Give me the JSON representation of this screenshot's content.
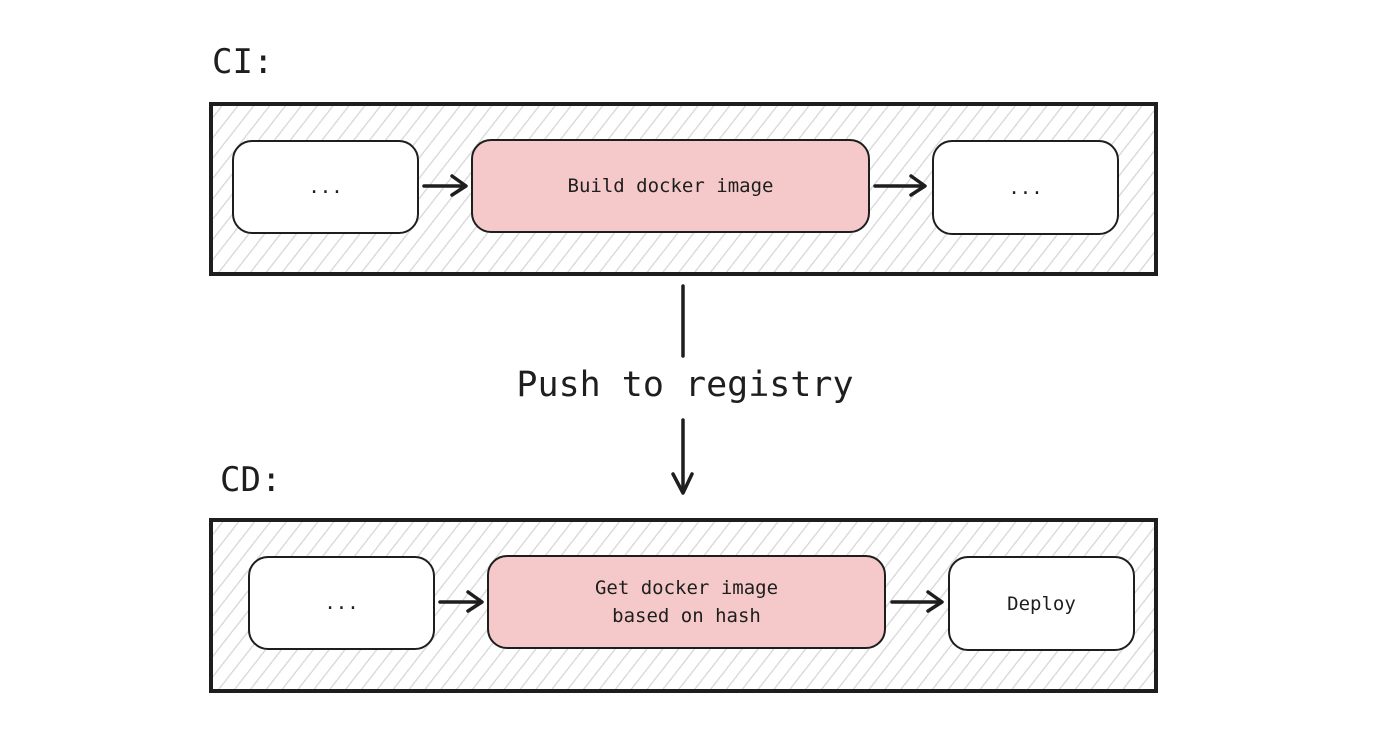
{
  "ci": {
    "label": "CI:",
    "steps": [
      {
        "label": "...",
        "highlight": false
      },
      {
        "label": "Build docker image",
        "highlight": true
      },
      {
        "label": "...",
        "highlight": false
      }
    ]
  },
  "transfer": {
    "label": "Push to registry"
  },
  "cd": {
    "label": "CD:",
    "steps": [
      {
        "label": "...",
        "highlight": false
      },
      {
        "label": "Get docker image\nbased on hash",
        "highlight": true
      },
      {
        "label": "Deploy",
        "highlight": false
      }
    ]
  },
  "colors": {
    "stroke": "#1e1e1e",
    "highlight_fill": "#f5c9c9",
    "hatch": "#dcdcdc"
  }
}
